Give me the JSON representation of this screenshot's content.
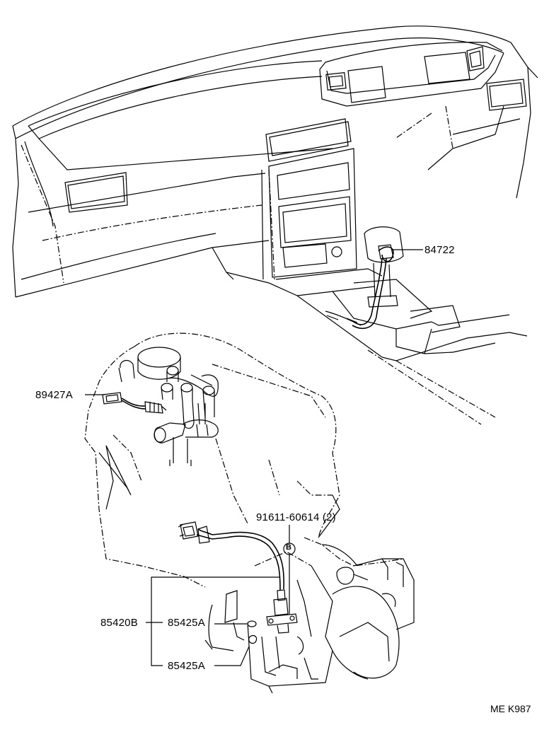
{
  "labels": {
    "p84722": "84722",
    "p89427A": "89427A",
    "p91611": "91611-60614 (2)",
    "bolt_mark": "B",
    "p85420B": "85420B",
    "p85425A_upper": "85425A",
    "p85425A_lower": "85425A",
    "ref": "ME K987"
  }
}
